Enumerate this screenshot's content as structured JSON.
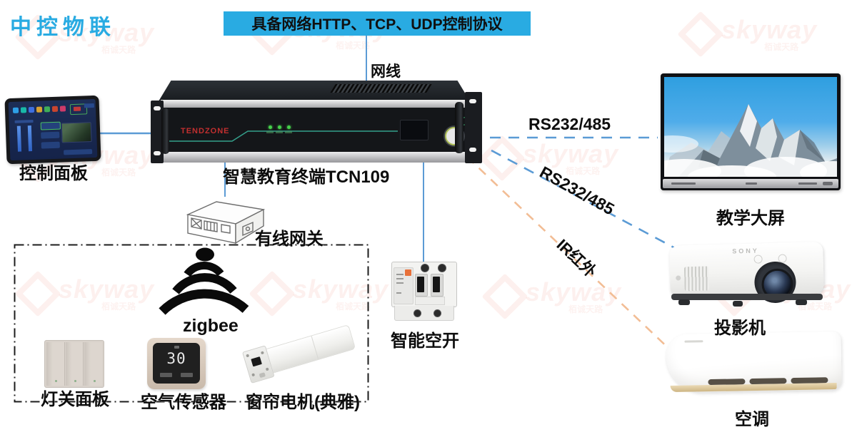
{
  "title": "中控物联",
  "banner": "具备网络HTTP、TCP、UDP控制协议",
  "watermark": {
    "text": "skyway",
    "sub": "栢诚天路"
  },
  "colors": {
    "accent": "#29ABE2",
    "line_blue": "#5B9BD5",
    "line_orange": "#F2BD95",
    "zone_border": "#1c1c1c"
  },
  "connections": {
    "ethernet": {
      "label": "网线",
      "style": "solid-blue"
    },
    "rs232_screen": {
      "label": "RS232/485",
      "style": "dashed-blue"
    },
    "rs232_projector": {
      "label": "RS232/485",
      "style": "dashed-blue"
    },
    "ir_ac": {
      "label": "IR红外",
      "style": "dashed-orange"
    }
  },
  "devices": {
    "control_panel": {
      "label": "控制面板"
    },
    "terminal": {
      "label": "智慧教育终端TCN109",
      "brand": "TENDZONE"
    },
    "gateway": {
      "label": "有线网关"
    },
    "breaker": {
      "label": "智能空开"
    },
    "big_screen": {
      "label": "教学大屏"
    },
    "projector": {
      "label": "投影机",
      "brand": "SONY"
    },
    "ac": {
      "label": "空调"
    },
    "zigbee": {
      "label": "zigbee"
    },
    "light_panel": {
      "label": "灯关面板"
    },
    "air_sensor": {
      "label": "空气传感器",
      "reading": "30"
    },
    "curtain_motor": {
      "label": "窗帘电机(典雅)"
    }
  }
}
